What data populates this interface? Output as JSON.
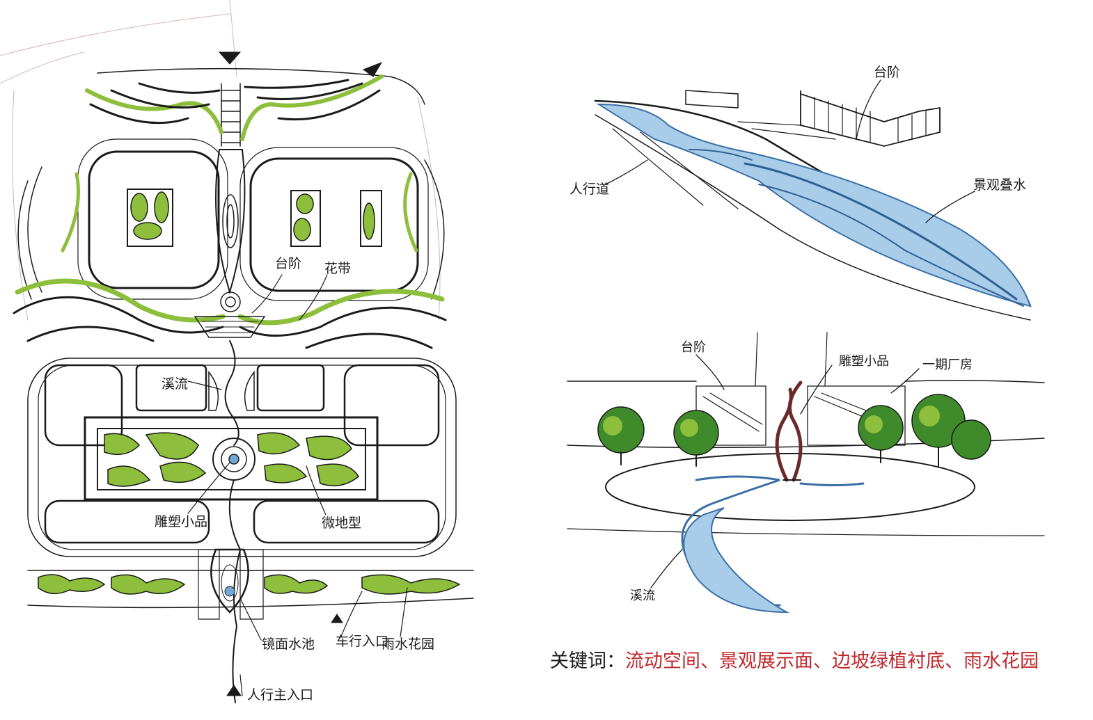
{
  "plan_labels": {
    "steps": "台阶",
    "flower_belt": "花带",
    "stream": "溪流",
    "sculpture": "雕塑小品",
    "micro_terrain": "微地型",
    "mirror_pool": "镜面水池",
    "vehicle_entry": "车行入口",
    "rain_garden": "雨水花园",
    "main_entry": "人行主入口"
  },
  "top_sketch_labels": {
    "steps": "台阶",
    "sidewalk": "人行道",
    "cascade": "景观叠水"
  },
  "bottom_sketch_labels": {
    "steps": "台阶",
    "sculpture": "雕塑小品",
    "phase_one": "一期厂房",
    "stream": "溪流"
  },
  "keywords": {
    "prefix": "关键词：",
    "terms": "流动空间、景观展示面、边坡绿植衬底、雨水花园"
  },
  "colors": {
    "ink": "#1a1a1a",
    "green": "#8dbf3c",
    "water": "#6fa8d8",
    "tree": "#3f8a2a",
    "sculpture": "#6b2a2a",
    "accent_red": "#c0282c"
  }
}
